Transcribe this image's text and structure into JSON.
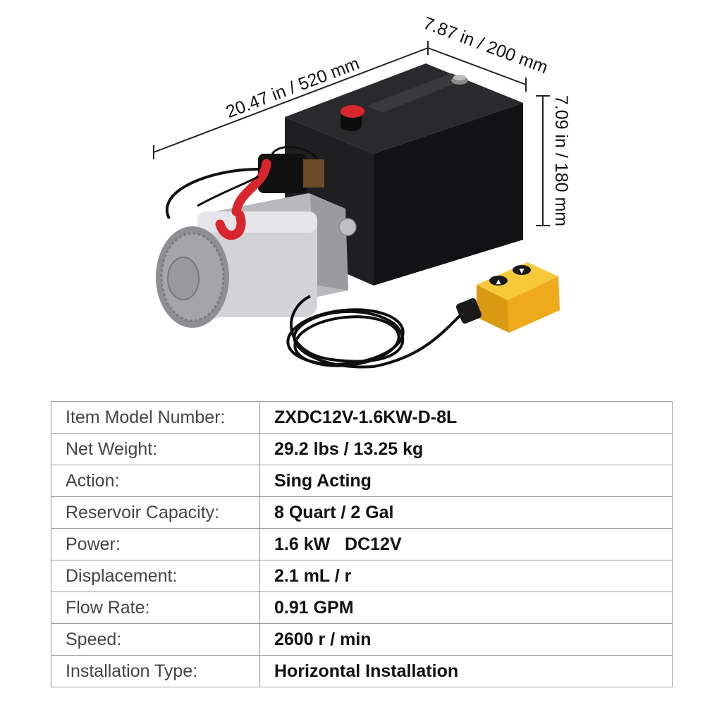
{
  "dimensions": {
    "length": "20.47 in / 520 mm",
    "depth": "7.87 in / 200 mm",
    "height": "7.09 in / 180 mm"
  },
  "remote_buttons": [
    "▲",
    "▼"
  ],
  "specs": [
    {
      "label": "Item Model Number:",
      "value": "ZXDC12V-1.6KW-D-8L"
    },
    {
      "label": "Net Weight:",
      "value": "29.2 lbs / 13.25 kg"
    },
    {
      "label": "Action:",
      "value": "Sing Acting"
    },
    {
      "label": "Reservoir Capacity:",
      "value": "8 Quart / 2 Gal"
    },
    {
      "label": "Power:",
      "value": "1.6 kW   DC12V"
    },
    {
      "label": "Displacement:",
      "value": "2.1 mL / r"
    },
    {
      "label": "Flow Rate:",
      "value": "0.91 GPM"
    },
    {
      "label": "Speed:",
      "value": "2600 r / min"
    },
    {
      "label": "Installation Type:",
      "value": "Horizontal Installation"
    }
  ],
  "colors": {
    "tank": "#1c1c1e",
    "motor": "#c8c8cc",
    "remote": "#f2b51c",
    "terminal_cap": "#d8262e",
    "table_border": "#9a9a9a"
  }
}
